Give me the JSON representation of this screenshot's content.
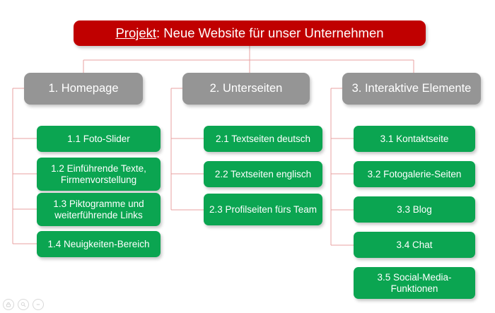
{
  "diagram": {
    "type": "organizational-chart",
    "colors": {
      "root": "#C00000",
      "level1": "#959595",
      "leaf": "#0BA551",
      "connector": "#E8A0A0",
      "background": "#FFFFFF",
      "text": "#FFFFFF"
    },
    "root": {
      "label_underlined": "Projekt",
      "label_rest": ": Neue Website für unser Unternehmen",
      "label_full": "Projekt: Neue Website für unser Unternehmen"
    },
    "branches": [
      {
        "heading": "1. Homepage",
        "items": [
          {
            "label": "1.1 Foto-Slider"
          },
          {
            "label": "1.2 Einführende Texte, Firmenvorstellung"
          },
          {
            "label": "1.3 Piktogramme und weiterführende Links"
          },
          {
            "label": "1.4 Neuigkeiten-Bereich"
          }
        ]
      },
      {
        "heading": "2. Unterseiten",
        "items": [
          {
            "label": "2.1 Textseiten deutsch"
          },
          {
            "label": "2.2 Textseiten englisch"
          },
          {
            "label": "2.3 Profilseiten fürs Team"
          }
        ]
      },
      {
        "heading": "3. Interaktive Elemente",
        "items": [
          {
            "label": "3.1 Kontaktseite"
          },
          {
            "label": "3.2 Fotogalerie-Seiten"
          },
          {
            "label": "3.3 Blog"
          },
          {
            "label": "3.4 Chat"
          },
          {
            "label": "3.5 Social-Media-Funktionen"
          }
        ]
      }
    ]
  },
  "watermark": {
    "icons": [
      "lock-icon",
      "magnifier-icon",
      "minus-icon"
    ]
  }
}
